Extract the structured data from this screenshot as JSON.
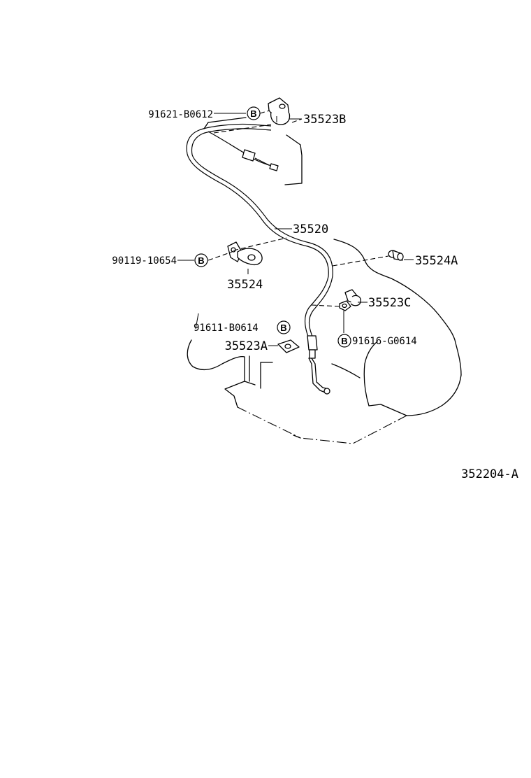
{
  "parts": {
    "cable": "35520",
    "clamp_upper": "35523B",
    "clamp_middle": "35523C",
    "clamp_lower": "35523A",
    "bracket": "35524",
    "grommet": "35524A",
    "bolt_upper": "91621-B0612",
    "bolt_bracket": "90119-10654",
    "bolt_lower": "91611-B0614",
    "bolt_middle": "91616-G0614"
  },
  "bolt_symbol": "B",
  "diagram_code": "352204-A"
}
